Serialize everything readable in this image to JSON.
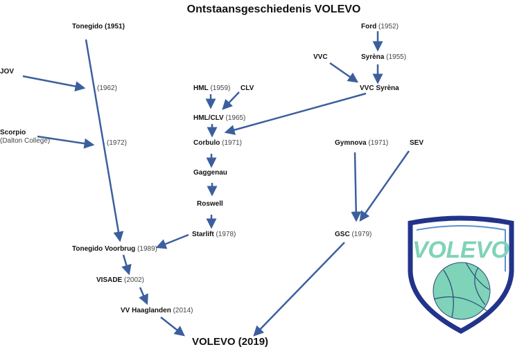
{
  "title": "Ontstaansgeschiedenis VOLEVO",
  "nodes": {
    "tonegido": {
      "name": "Tonegido (1951)"
    },
    "jov": {
      "name": "JOV"
    },
    "y1962": {
      "year": "(1962)"
    },
    "scorpio": {
      "name": "Scorpio",
      "sub": "(Dalton College)"
    },
    "y1972": {
      "year": "(1972)"
    },
    "tonegido_voorbrug": {
      "name": "Tonegido Voorbrug",
      "year": "(1989)"
    },
    "visade": {
      "name": "VISADE",
      "year": "(2002)"
    },
    "vv_haaglanden": {
      "name": "VV Haaglanden",
      "year": "(2014)"
    },
    "volevo": {
      "name": "VOLEVO (2019)"
    },
    "hml": {
      "name": "HML",
      "year": "(1959)"
    },
    "clv": {
      "name": "CLV"
    },
    "hml_clv": {
      "name": "HML/CLV",
      "year": "(1965)"
    },
    "corbulo": {
      "name": "Corbulo",
      "year": "(1971)"
    },
    "gaggenau": {
      "name": "Gaggenau"
    },
    "roswell": {
      "name": "Roswell"
    },
    "starlift": {
      "name": "Starlift",
      "year": "(1978)"
    },
    "ford": {
      "name": "Ford",
      "year": "(1952)"
    },
    "syrena": {
      "name": "Syrèna",
      "year": "(1955)"
    },
    "vvc": {
      "name": "VVC"
    },
    "vvc_syrena": {
      "name": "VVC Syrèna"
    },
    "gymnova": {
      "name": "Gymnova",
      "year": "(1971)"
    },
    "sev": {
      "name": "SEV"
    },
    "gsc": {
      "name": "GSC",
      "year": "(1979)"
    }
  },
  "logo": {
    "text": "VOLEVO"
  },
  "colors": {
    "arrow": "#3b5f9e",
    "logo_navy": "#22338a",
    "logo_mint": "#7fd3b8"
  }
}
